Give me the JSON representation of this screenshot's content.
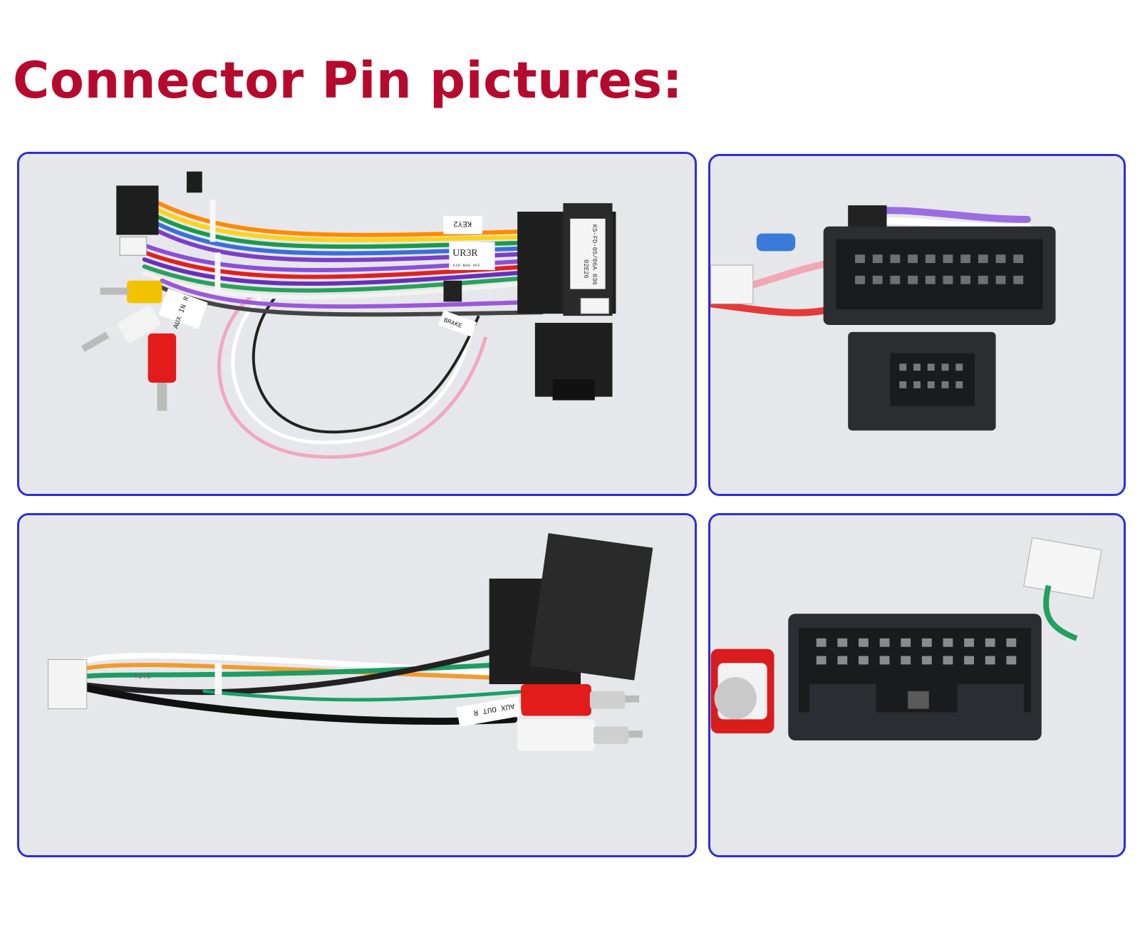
{
  "page": {
    "title": "Connector Pin pictures:"
  },
  "colors": {
    "title": "#b50a2e",
    "frame_border": "#2b2fd6",
    "photo_background": "#e6e7ea"
  },
  "photos": [
    {
      "id": "wiring-harness-overview",
      "labels": {
        "tag_key": "KEY2",
        "tag_ur": "UR3R",
        "tag_ur_sub": "AIR BAG OFF",
        "tag_aux_in": "AUX IN R",
        "tag_brake": "BRAKE",
        "module_line1": "KS-FD-05/06A 036",
        "module_line2": "02E26"
      }
    },
    {
      "id": "connector-front-closeup",
      "labels": {}
    },
    {
      "id": "harness-aux-out",
      "labels": {
        "tag_aux_out": "AUX OUT R",
        "cable_print": "TUTS"
      }
    },
    {
      "id": "connector-pin-closeup",
      "labels": {}
    }
  ]
}
